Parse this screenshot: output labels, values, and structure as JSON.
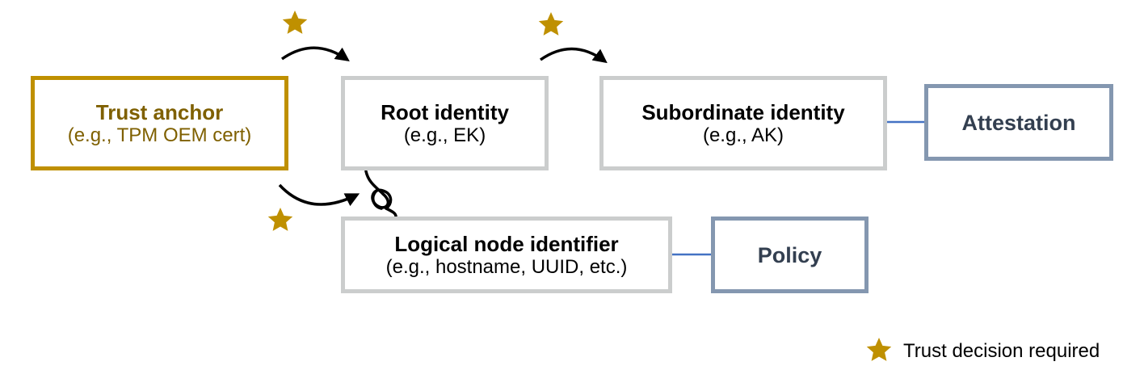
{
  "colors": {
    "star": "#bf9000",
    "trust_anchor_border": "#bf9000",
    "trust_anchor_text": "#7f6000",
    "identity_border": "#cbcdcd",
    "consumer_border": "#8497b0",
    "consumer_text": "#333f50",
    "double_arrow": "#4472c4",
    "curved_arrow": "#000000"
  },
  "nodes": {
    "trust_anchor": {
      "title": "Trust anchor",
      "subtitle": "(e.g., TPM OEM cert)"
    },
    "root_identity": {
      "title": "Root identity",
      "subtitle": "(e.g., EK)"
    },
    "subordinate_identity": {
      "title": "Subordinate identity",
      "subtitle": "(e.g., AK)"
    },
    "attestation": {
      "title": "Attestation"
    },
    "logical_node": {
      "title": "Logical node identifier",
      "subtitle": "(e.g., hostname, UUID, etc.)"
    },
    "policy": {
      "title": "Policy"
    }
  },
  "edges": [
    {
      "from": "trust_anchor",
      "to": "root_identity",
      "type": "curved-arrow",
      "trust_decision": true
    },
    {
      "from": "root_identity",
      "to": "subordinate_identity",
      "type": "curved-arrow",
      "trust_decision": true
    },
    {
      "from": "trust_anchor",
      "to": "logical_node",
      "type": "curved-arrow",
      "trust_decision": true
    },
    {
      "from": "root_identity",
      "to": "logical_node",
      "type": "knot-link",
      "trust_decision": false
    },
    {
      "from": "subordinate_identity",
      "to": "attestation",
      "type": "double-arrow",
      "trust_decision": false
    },
    {
      "from": "logical_node",
      "to": "policy",
      "type": "double-arrow",
      "trust_decision": false
    }
  ],
  "legend": {
    "icon": "star-icon",
    "label": "Trust decision required"
  }
}
